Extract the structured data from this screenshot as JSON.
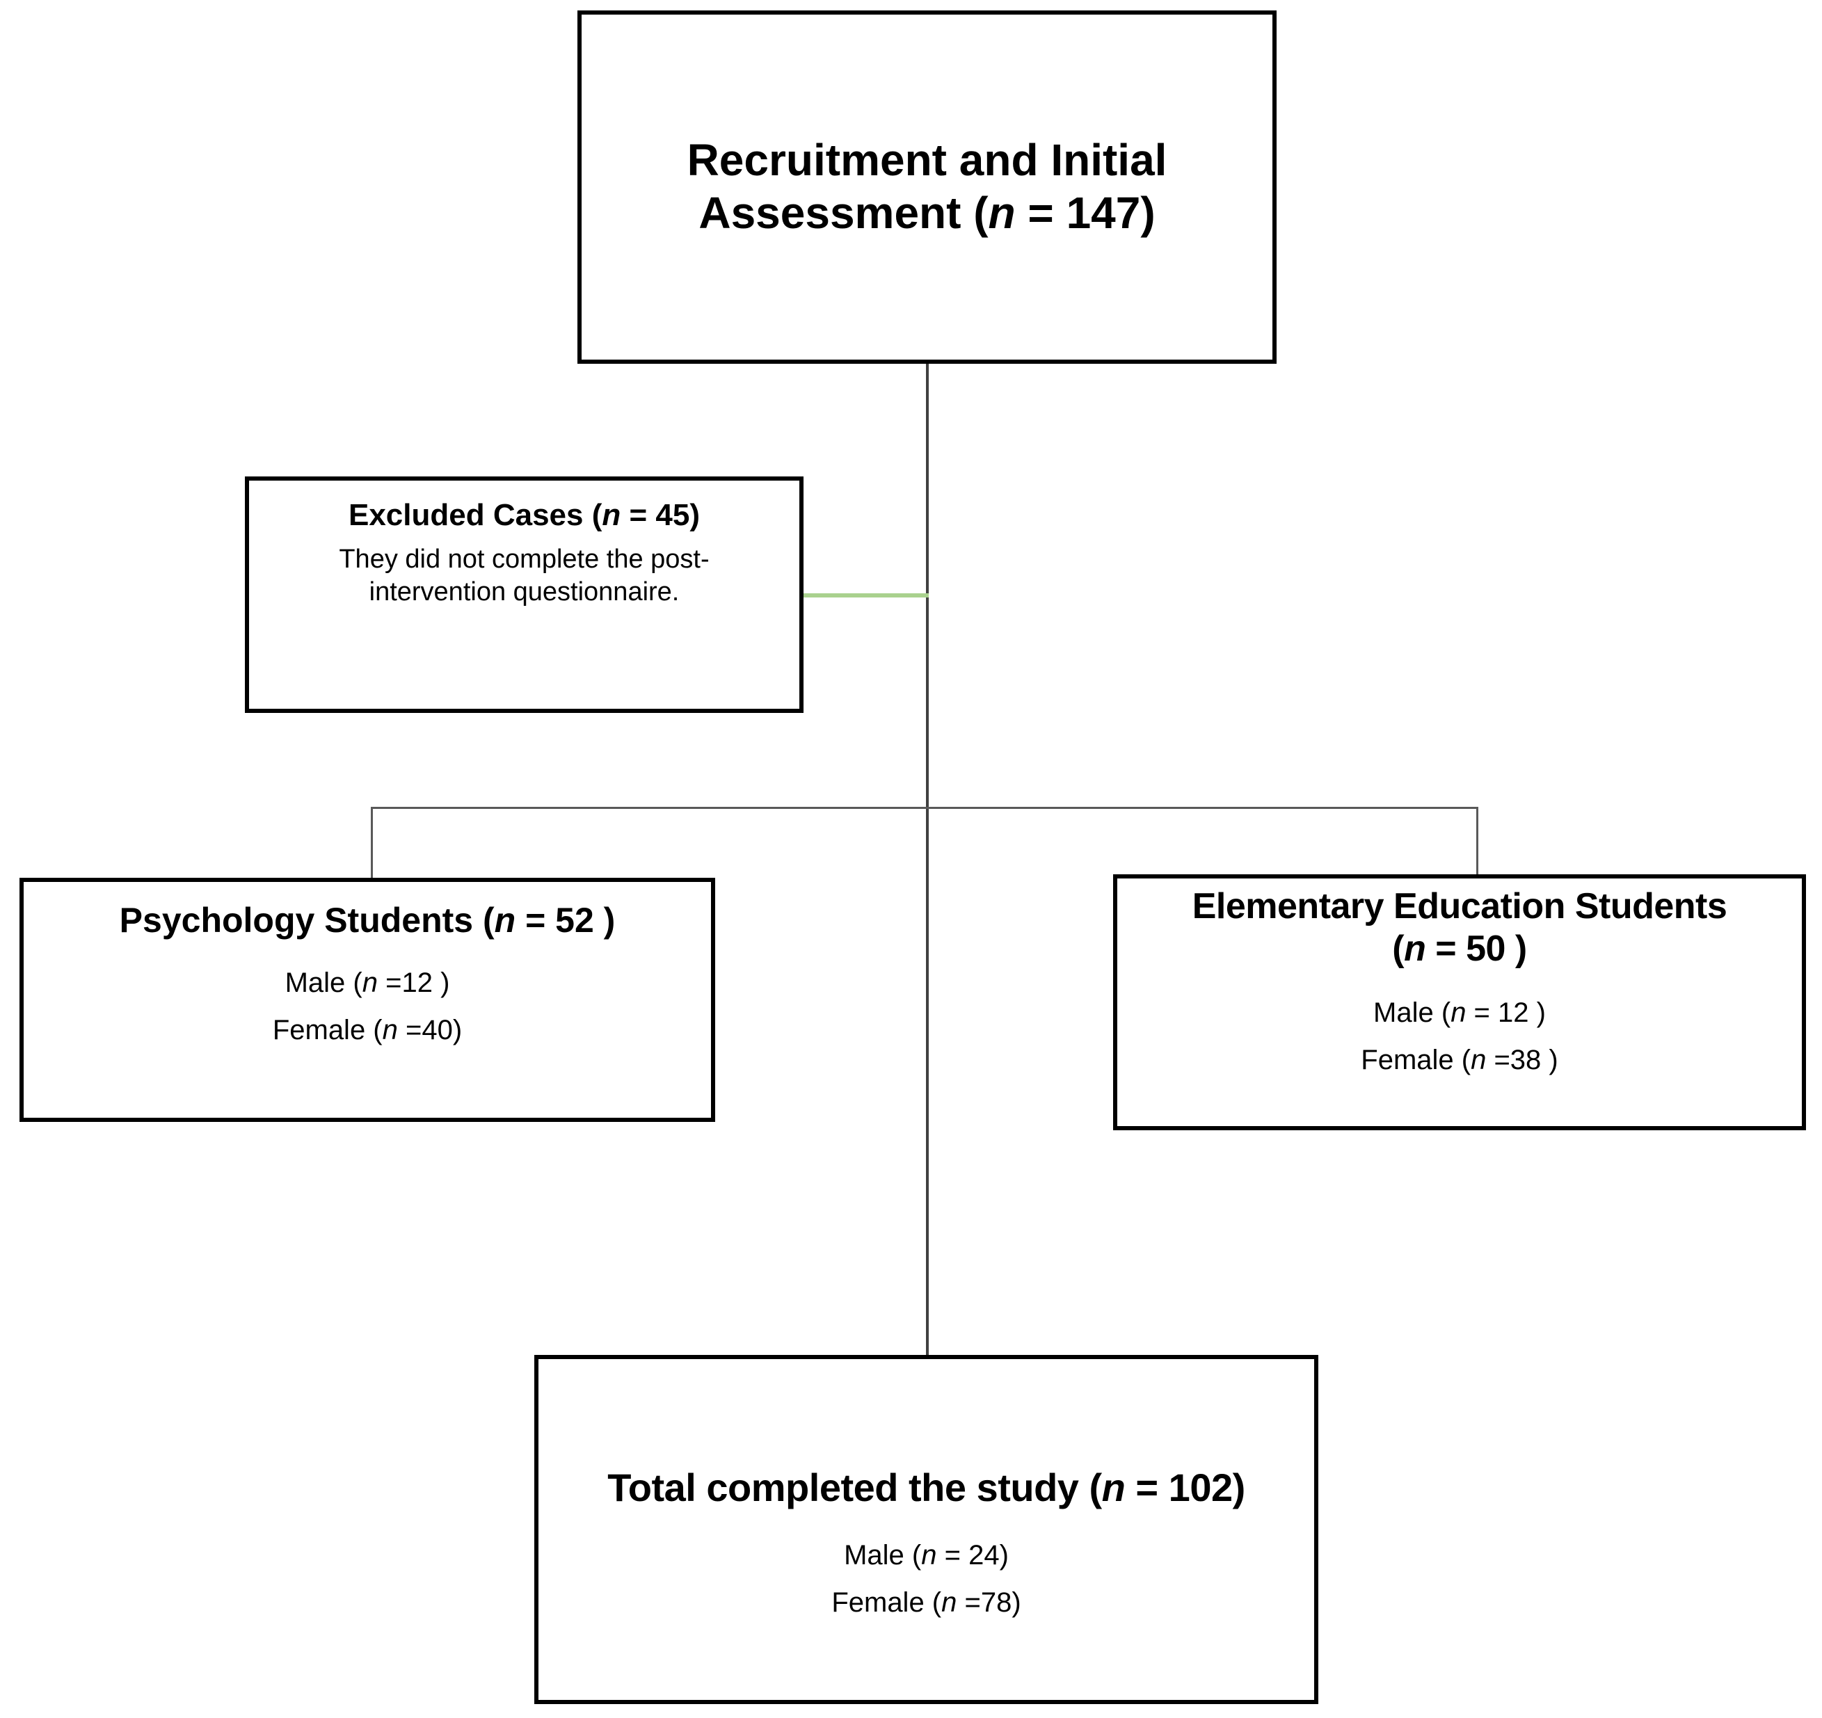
{
  "diagram": {
    "type": "participant-flow-chart",
    "colors": {
      "box_border": "#000000",
      "connector": "#404040",
      "branch_connector": "#595959",
      "excluded_connector_green": "#a9d18e",
      "background": "#ffffff",
      "text": "#000000"
    },
    "nodes": {
      "recruitment": {
        "id": "recruitment-and-initial-assessment",
        "title_line1": "Recruitment and Initial",
        "title_line2_prefix": "Assessment (",
        "title_n_symbol": "n",
        "title_line2_suffix": " = 147)",
        "n": 147
      },
      "excluded": {
        "id": "excluded-cases",
        "title_prefix": "Excluded Cases (",
        "title_n_symbol": "n",
        "title_suffix": " = 45)",
        "n": 45,
        "reason": "They did not complete the post-intervention questionnaire."
      },
      "psychology": {
        "id": "psychology-students",
        "title_prefix": "Psychology Students (",
        "title_n_symbol": "n",
        "title_suffix": " = 52 )",
        "n": 52,
        "male_prefix": "Male (",
        "male_n_symbol": "n",
        "male_suffix": " =12 )",
        "male_n": 12,
        "female_prefix": "Female (",
        "female_n_symbol": "n",
        "female_suffix": " =40)",
        "female_n": 40
      },
      "elementary": {
        "id": "elementary-education-students",
        "title_line1": "Elementary Education Students",
        "title_line2_prefix": "(",
        "title_n_symbol": "n",
        "title_line2_suffix": " = 50 )",
        "n": 50,
        "male_prefix": "Male (",
        "male_n_symbol": "n",
        "male_suffix": " = 12 )",
        "male_n": 12,
        "female_prefix": "Female (",
        "female_n_symbol": "n",
        "female_suffix": " =38 )",
        "female_n": 38
      },
      "total": {
        "id": "total-completed-the-study",
        "title_prefix": "Total completed the study (",
        "title_n_symbol": "n",
        "title_suffix": " = 102)",
        "n": 102,
        "male_prefix": "Male (",
        "male_n_symbol": "n",
        "male_suffix": " = 24)",
        "male_n": 24,
        "female_prefix": "Female (",
        "female_n_symbol": "n",
        "female_suffix": " =78)",
        "female_n": 78
      }
    },
    "edges": [
      {
        "id": "recruitment-to-trunk",
        "from": "recruitment",
        "to": "total",
        "style": "solid-gray"
      },
      {
        "id": "trunk-to-excluded",
        "from": "recruitment",
        "to": "excluded",
        "style": "solid-green"
      },
      {
        "id": "trunk-to-psychology",
        "from": "recruitment",
        "to": "psychology",
        "style": "solid-gray"
      },
      {
        "id": "trunk-to-elementary",
        "from": "recruitment",
        "to": "elementary",
        "style": "solid-gray"
      }
    ]
  }
}
